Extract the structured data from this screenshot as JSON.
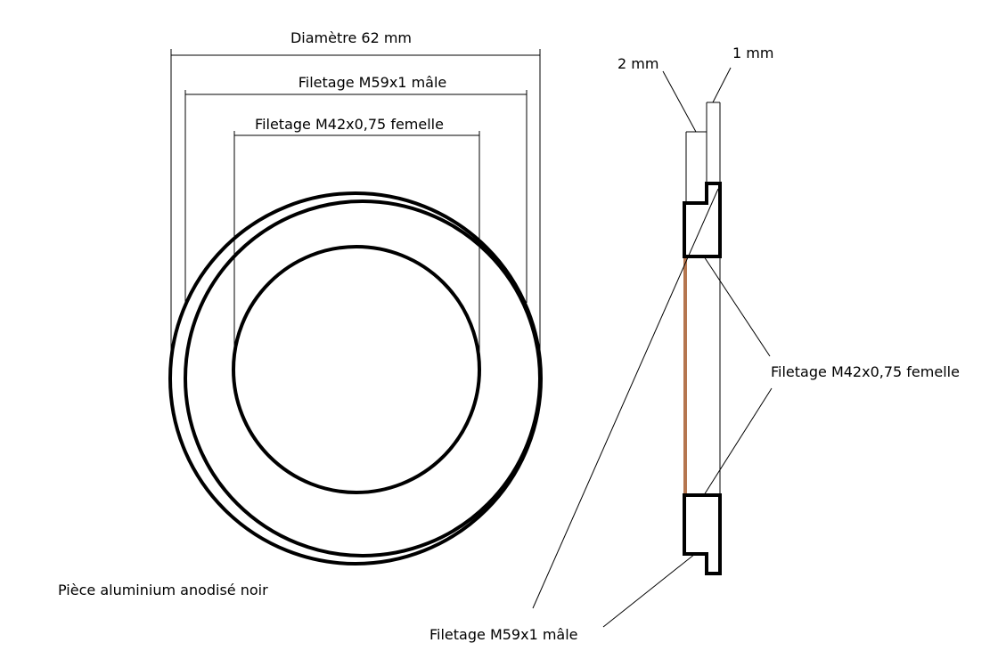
{
  "front_view": {
    "dim_outer_label": "Diamètre 62 mm",
    "dim_thread_male_label": "Filetage M59x1 mâle",
    "dim_thread_female_label": "Filetage M42x0,75  femelle"
  },
  "section_view": {
    "dim_2mm_label": "2 mm",
    "dim_1mm_label": "1 mm",
    "callout_female_label": "Filetage M42x0,75  femelle",
    "callout_male_label": "Filetage M59x1 mâle"
  },
  "note": {
    "material_label": "Pièce aluminium anodisé noir"
  },
  "colors": {
    "line": "#000000",
    "thread_highlight": "#b5764f"
  }
}
